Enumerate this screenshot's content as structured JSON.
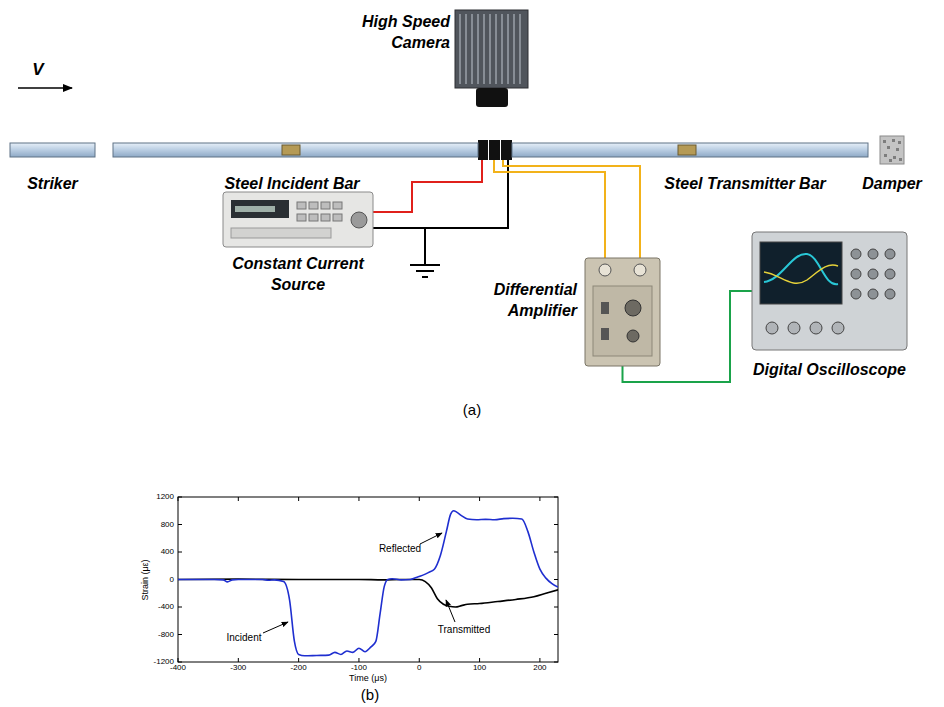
{
  "diagram": {
    "nodes": [
      {
        "text": [
          "High Speed Camera"
        ]
      },
      {
        "text": [
          "Striker"
        ]
      },
      {
        "text": [
          "Steel Incident Bar"
        ]
      },
      {
        "text": [
          "Steel Transmitter Bar"
        ]
      },
      {
        "text": [
          "Damper"
        ]
      },
      {
        "text": [
          "Constant Current Source"
        ]
      },
      {
        "text": [
          "Differential Amplifier"
        ]
      },
      {
        "text": [
          "Digital Oscilloscope"
        ]
      }
    ],
    "edges": [
      {
        "from": 6,
        "to": 7,
        "arrow": "none"
      }
    ],
    "labels": [
      "V",
      "(a)",
      "1200",
      "800",
      "400",
      "0",
      "-400",
      "-800",
      "-1200",
      "-400",
      "-300",
      "-200",
      "-100",
      "0",
      "100",
      "200",
      "Strain (με)",
      "Time (μs)",
      "Reflected",
      "Incident",
      "Transmitted",
      "(b)"
    ]
  }
}
